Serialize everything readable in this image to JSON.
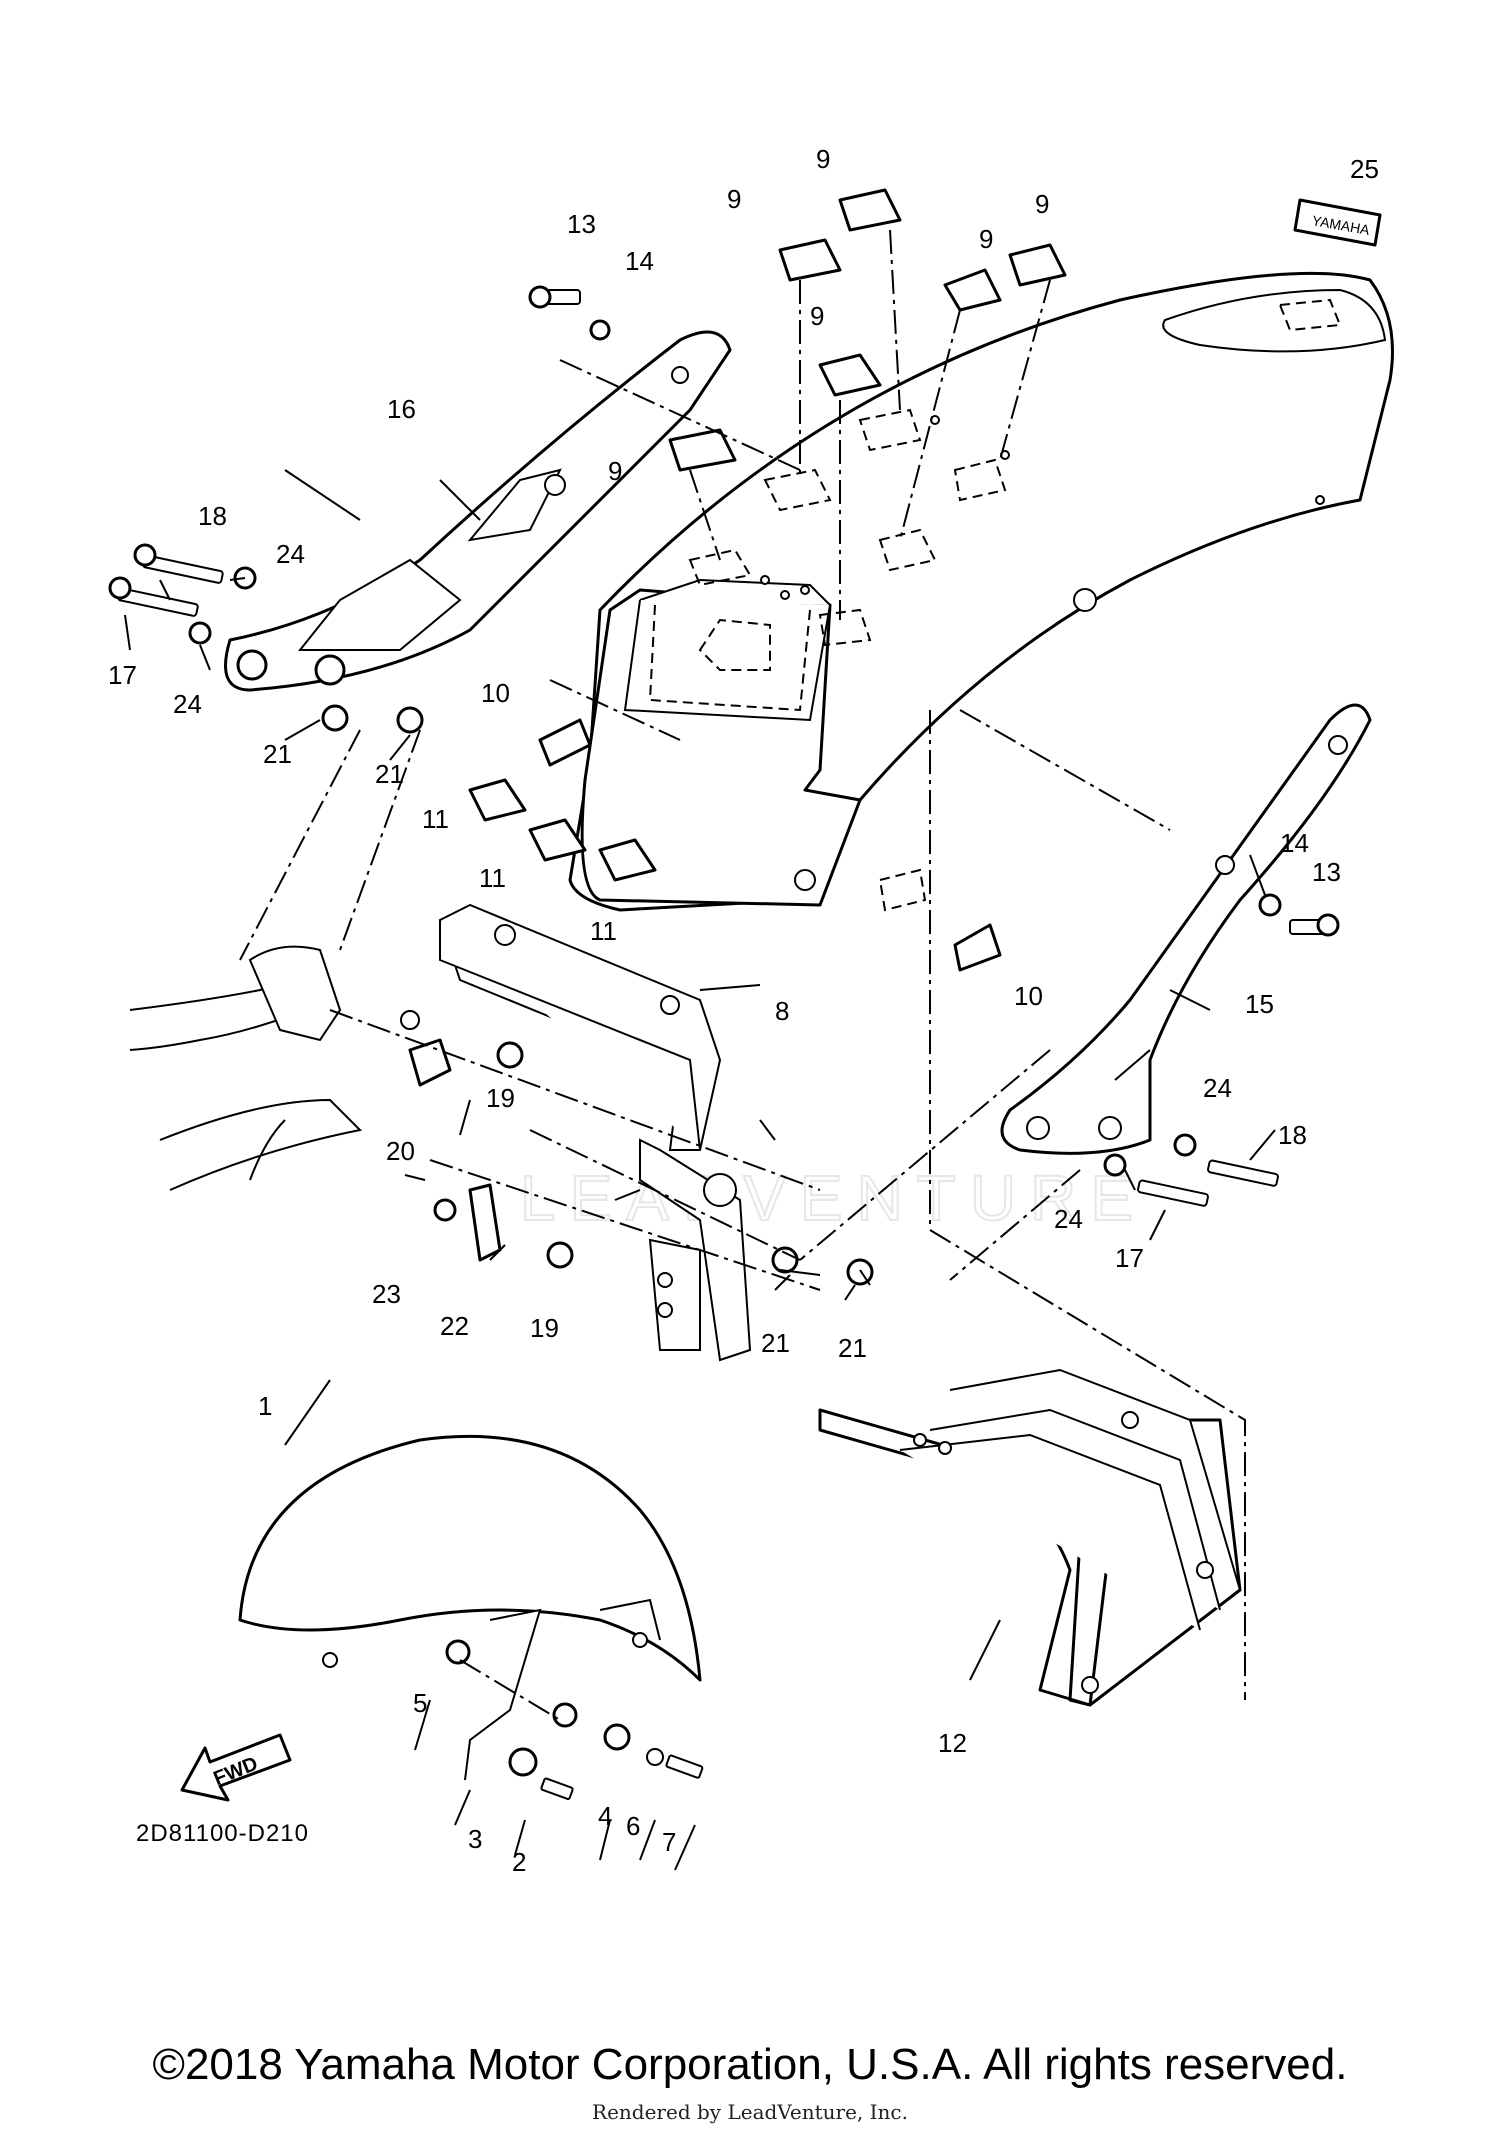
{
  "diagram_code": "2D81100-D210",
  "copyright": "©2018 Yamaha Motor Corporation, U.S.A. All rights reserved.",
  "rendered_by": "Rendered by LeadVenture, Inc.",
  "watermark_text": "LEADVENTURE",
  "fwd_label": "FWD",
  "decal_text": "YAMAHA",
  "callouts": [
    {
      "id": "c1",
      "label": "1"
    },
    {
      "id": "c2",
      "label": "2"
    },
    {
      "id": "c3",
      "label": "3"
    },
    {
      "id": "c4",
      "label": "4"
    },
    {
      "id": "c5",
      "label": "5"
    },
    {
      "id": "c6",
      "label": "6"
    },
    {
      "id": "c7",
      "label": "7"
    },
    {
      "id": "c8",
      "label": "8"
    },
    {
      "id": "c9a",
      "label": "9"
    },
    {
      "id": "c9b",
      "label": "9"
    },
    {
      "id": "c9c",
      "label": "9"
    },
    {
      "id": "c9d",
      "label": "9"
    },
    {
      "id": "c9e",
      "label": "9"
    },
    {
      "id": "c9f",
      "label": "9"
    },
    {
      "id": "c10a",
      "label": "10"
    },
    {
      "id": "c10b",
      "label": "10"
    },
    {
      "id": "c11a",
      "label": "11"
    },
    {
      "id": "c11b",
      "label": "11"
    },
    {
      "id": "c11c",
      "label": "11"
    },
    {
      "id": "c12",
      "label": "12"
    },
    {
      "id": "c13a",
      "label": "13"
    },
    {
      "id": "c13b",
      "label": "13"
    },
    {
      "id": "c14a",
      "label": "14"
    },
    {
      "id": "c14b",
      "label": "14"
    },
    {
      "id": "c15",
      "label": "15"
    },
    {
      "id": "c16",
      "label": "16"
    },
    {
      "id": "c17a",
      "label": "17"
    },
    {
      "id": "c17b",
      "label": "17"
    },
    {
      "id": "c18a",
      "label": "18"
    },
    {
      "id": "c18b",
      "label": "18"
    },
    {
      "id": "c19a",
      "label": "19"
    },
    {
      "id": "c19b",
      "label": "19"
    },
    {
      "id": "c20",
      "label": "20"
    },
    {
      "id": "c21a",
      "label": "21"
    },
    {
      "id": "c21b",
      "label": "21"
    },
    {
      "id": "c21c",
      "label": "21"
    },
    {
      "id": "c21d",
      "label": "21"
    },
    {
      "id": "c22",
      "label": "22"
    },
    {
      "id": "c23",
      "label": "23"
    },
    {
      "id": "c24a",
      "label": "24"
    },
    {
      "id": "c24b",
      "label": "24"
    },
    {
      "id": "c24c",
      "label": "24"
    },
    {
      "id": "c24d",
      "label": "24"
    },
    {
      "id": "c25",
      "label": "25"
    }
  ]
}
